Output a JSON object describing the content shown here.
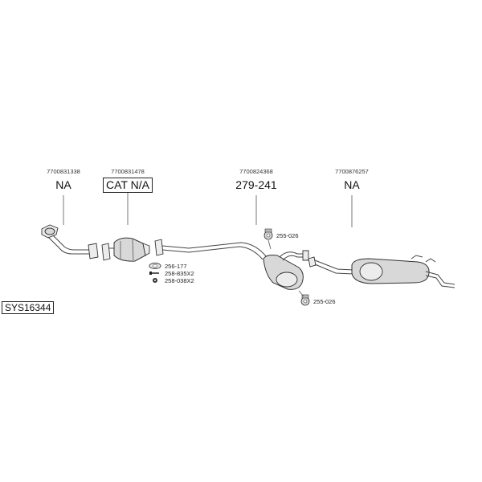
{
  "system_code": "SYS16344",
  "parts": [
    {
      "oem": "7700831338",
      "ref": "NA"
    },
    {
      "oem": "7700831478",
      "ref": "CAT N/A"
    },
    {
      "oem": "7700824368",
      "ref": "279-241"
    },
    {
      "oem": "7700876257",
      "ref": "NA"
    }
  ],
  "fittings": {
    "gasket": "256-177",
    "bolt": "258-835X2",
    "nut": "258-038X2",
    "hanger_top": "255-026",
    "hanger_bottom": "255-026"
  }
}
